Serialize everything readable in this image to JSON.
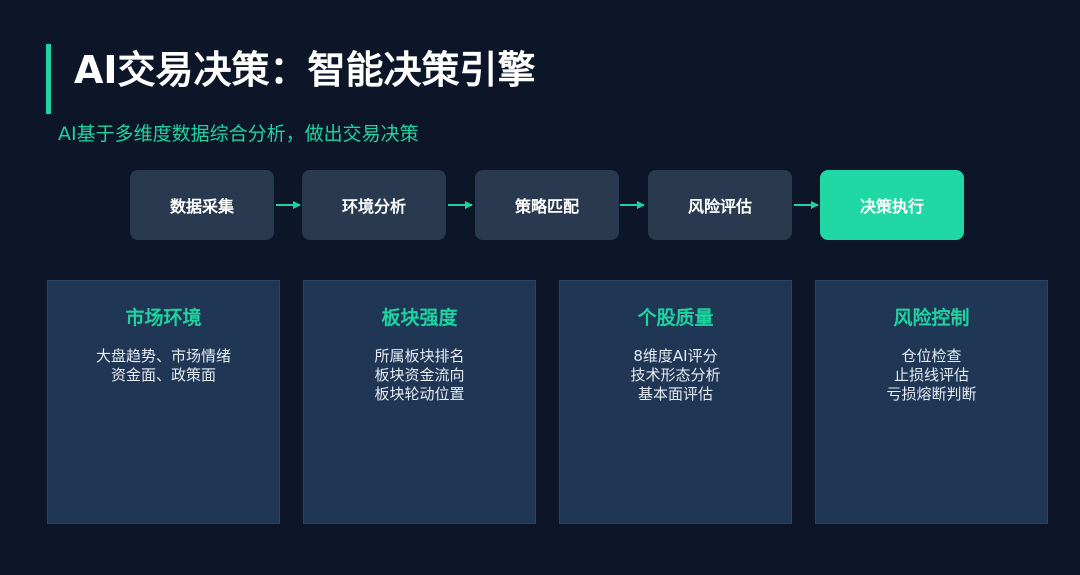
{
  "title": "AI交易决策：智能决策引擎",
  "subtitle": "AI基于多维度数据综合分析，做出交易决策",
  "colors": {
    "background": "#0c1628",
    "accent": "#1ed3a0",
    "step_box": "#293a50",
    "step_active": "#1fd8a3",
    "card": "#1f3655"
  },
  "flow": {
    "steps": [
      {
        "label": "数据采集",
        "active": false
      },
      {
        "label": "环境分析",
        "active": false
      },
      {
        "label": "策略匹配",
        "active": false
      },
      {
        "label": "风险评估",
        "active": false
      },
      {
        "label": "决策执行",
        "active": true
      }
    ]
  },
  "cards": [
    {
      "title": "市场环境",
      "lines": [
        "大盘趋势、市场情绪",
        "资金面、政策面"
      ]
    },
    {
      "title": "板块强度",
      "lines": [
        "所属板块排名",
        "板块资金流向",
        "板块轮动位置"
      ]
    },
    {
      "title": "个股质量",
      "lines": [
        "8维度AI评分",
        "技术形态分析",
        "基本面评估"
      ]
    },
    {
      "title": "风险控制",
      "lines": [
        "仓位检查",
        "止损线评估",
        "亏损熔断判断"
      ]
    }
  ]
}
